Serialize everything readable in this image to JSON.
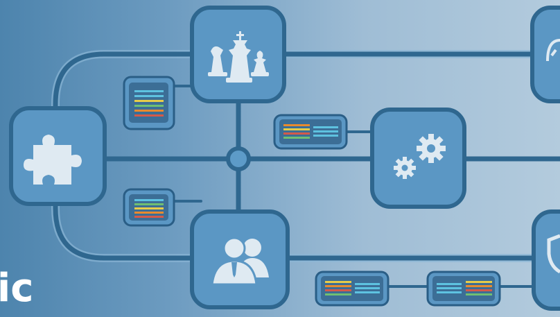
{
  "caption": "ic",
  "colors": {
    "tile_fill": "#5b97c4",
    "tile_border": "#2f678f",
    "line": "#2f678f",
    "line_halo": "#8bb6d6",
    "hub_fill": "#5d9bc8",
    "doc_border": "#2a5e86",
    "doc_fill": "#3c6e96",
    "stripe_orange": "#e88a2e",
    "stripe_yellow": "#e6cc4a",
    "stripe_green": "#6fbf73",
    "stripe_red": "#d45a4a",
    "stripe_cyan": "#5ec2e0"
  },
  "diagram": {
    "tiles": [
      {
        "name": "strategy-tile",
        "icon": "chess-pieces-icon"
      },
      {
        "name": "integration-tile",
        "icon": "puzzle-piece-icon"
      },
      {
        "name": "process-tile",
        "icon": "gears-icon"
      },
      {
        "name": "people-tile",
        "icon": "users-icon"
      },
      {
        "name": "monitoring-tile",
        "icon": "gauge-icon"
      },
      {
        "name": "security-tile",
        "icon": "shield-icon"
      }
    ],
    "documents": [
      {
        "name": "document-card-1",
        "type": "list"
      },
      {
        "name": "document-card-2",
        "type": "list"
      },
      {
        "name": "document-card-3",
        "type": "table"
      },
      {
        "name": "document-card-4",
        "type": "table"
      },
      {
        "name": "document-card-5",
        "type": "table"
      }
    ]
  }
}
